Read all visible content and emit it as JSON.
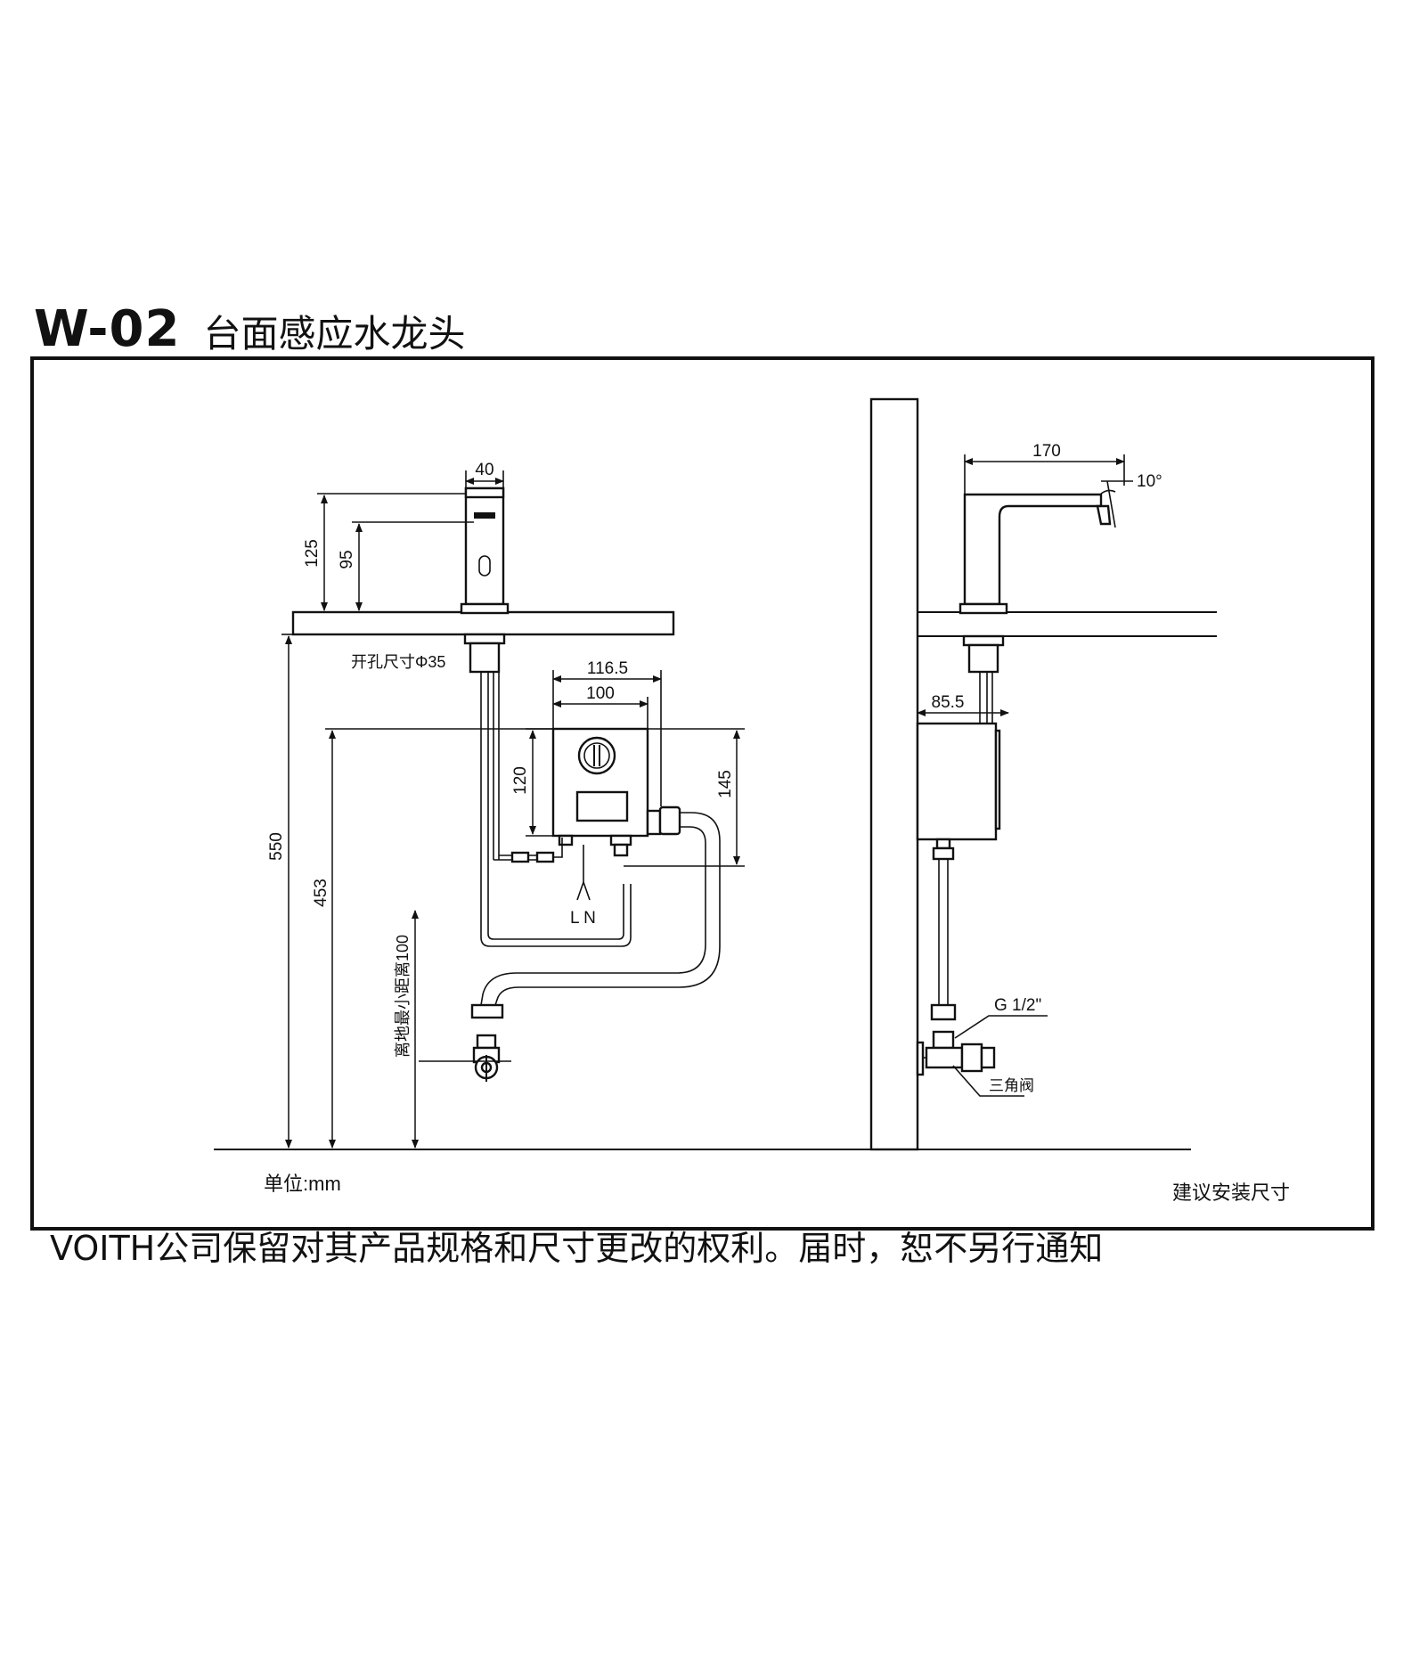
{
  "header": {
    "model_code": "W-02",
    "product_name": "台面感应水龙头"
  },
  "drawing": {
    "dimensions": {
      "spout_width": "40",
      "spout_height_total": "125",
      "spout_height_outlet": "95",
      "hole_size": "开孔尺寸Φ35",
      "box_width_outer": "116.5",
      "box_width_inner": "100",
      "box_height": "120",
      "box_height_fitting": "145",
      "floor_to_counter": "550",
      "floor_to_box": "453",
      "min_floor_distance": "离地最小距离100",
      "power_terminals": "L N",
      "side_reach": "170",
      "spout_angle": "10°",
      "wall_to_box": "85.5",
      "thread_size": "G 1/2\"",
      "angle_valve": "三角阀"
    },
    "unit_label": "单位:mm",
    "install_label": "建议安装尺寸"
  },
  "footer": {
    "disclaimer": "VOITH公司保留对其产品规格和尺寸更改的权利。届时，恕不另行通知"
  }
}
